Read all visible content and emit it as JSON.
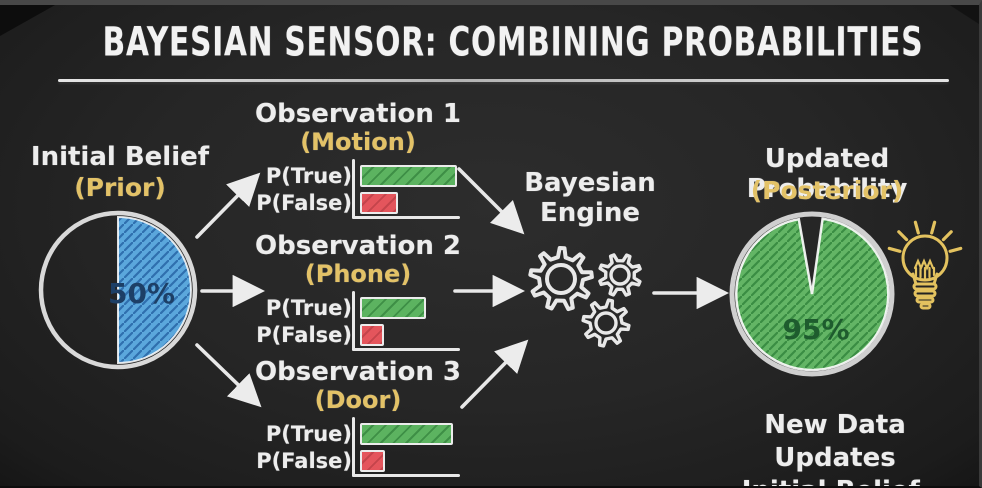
{
  "title": "BAYESIAN SENSOR: COMBINING PROBABILITIES",
  "colors": {
    "background": "#242424",
    "chalk_white": "#ededed",
    "accent_yellow": "#e3c267",
    "bar_green": "#5cb360",
    "bar_red": "#e4555c",
    "pie_blue": "#5ba7dc",
    "pie_green": "#63b565",
    "prior_value_text": "#1d3f66",
    "posterior_value_text": "#1e5c2e",
    "bulb_gold": "#e3c25f"
  },
  "prior": {
    "heading": "Initial Belief",
    "subheading": "(Prior)",
    "value_label": "50%"
  },
  "observations": [
    {
      "title": "Observation 1",
      "subtitle": "(Motion)",
      "rows": [
        {
          "label": "P(True)"
        },
        {
          "label": "P(False)"
        }
      ]
    },
    {
      "title": "Observation 2",
      "subtitle": "(Phone)",
      "rows": [
        {
          "label": "P(True)"
        },
        {
          "label": "P(False)"
        }
      ]
    },
    {
      "title": "Observation 3",
      "subtitle": "(Door)",
      "rows": [
        {
          "label": "P(True)"
        },
        {
          "label": "P(False)"
        }
      ]
    }
  ],
  "engine": {
    "line1": "Bayesian",
    "line2": "Engine",
    "icon": "gears-icon"
  },
  "posterior": {
    "heading": "Updated Probability",
    "subheading": "(Posterior)",
    "value_label": "95%",
    "icon": "lightbulb-icon"
  },
  "footer": {
    "line1": "New Data Updates",
    "line2": "Initial Belief."
  },
  "chart_data": [
    {
      "type": "pie",
      "title": "Initial Belief (Prior)",
      "labels": [
        "P(True)",
        "P(False)"
      ],
      "values": [
        50,
        50
      ],
      "value_label": "50%",
      "slice_color": "#5ba7dc",
      "note": "only the true-slice (right half) is filled blue with hatching; remainder is blackboard"
    },
    {
      "type": "bar",
      "title": "Observation 1 (Motion)",
      "orientation": "horizontal",
      "categories": [
        "P(True)",
        "P(False)"
      ],
      "values": [
        0.9,
        0.35
      ],
      "colors": [
        "#5cb360",
        "#e4555c"
      ],
      "xlim": [
        0,
        1
      ]
    },
    {
      "type": "bar",
      "title": "Observation 2 (Phone)",
      "orientation": "horizontal",
      "categories": [
        "P(True)",
        "P(False)"
      ],
      "values": [
        0.61,
        0.22
      ],
      "colors": [
        "#5cb360",
        "#e4555c"
      ],
      "xlim": [
        0,
        1
      ]
    },
    {
      "type": "bar",
      "title": "Observation 3 (Door)",
      "orientation": "horizontal",
      "categories": [
        "P(True)",
        "P(False)"
      ],
      "values": [
        0.86,
        0.23
      ],
      "colors": [
        "#5cb360",
        "#e4555c"
      ],
      "xlim": [
        0,
        1
      ]
    },
    {
      "type": "pie",
      "title": "Updated Probability (Posterior)",
      "labels": [
        "P(True)",
        "P(False)"
      ],
      "values": [
        95,
        5
      ],
      "value_label": "95%",
      "slice_color": "#63b565",
      "note": "green 95% slice with small unfilled notch at top"
    }
  ]
}
